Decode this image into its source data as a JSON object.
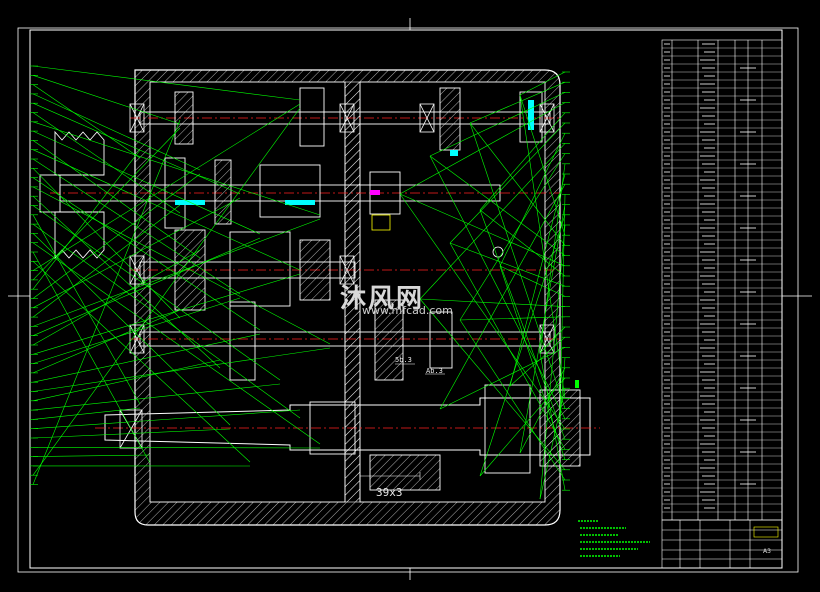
{
  "drawing": {
    "watermark_text": "沐风网",
    "watermark_url": "www.mfcad.com",
    "gear_annotation_1": "39x3",
    "gear_annotation_2": "5b.3",
    "gear_annotation_3": "Ab.3",
    "sheet_id": "A3"
  },
  "colors": {
    "background": "#000000",
    "frame": "#ffffff",
    "outline": "#ffffff",
    "leader": "#00ff00",
    "centerline": "#ff2020",
    "hatch": "#ffffff",
    "accent_cyan": "#00ffff",
    "accent_magenta": "#ff00ff",
    "accent_yellow": "#ffff00"
  },
  "icons": [
    "watermark-logo-icon"
  ]
}
